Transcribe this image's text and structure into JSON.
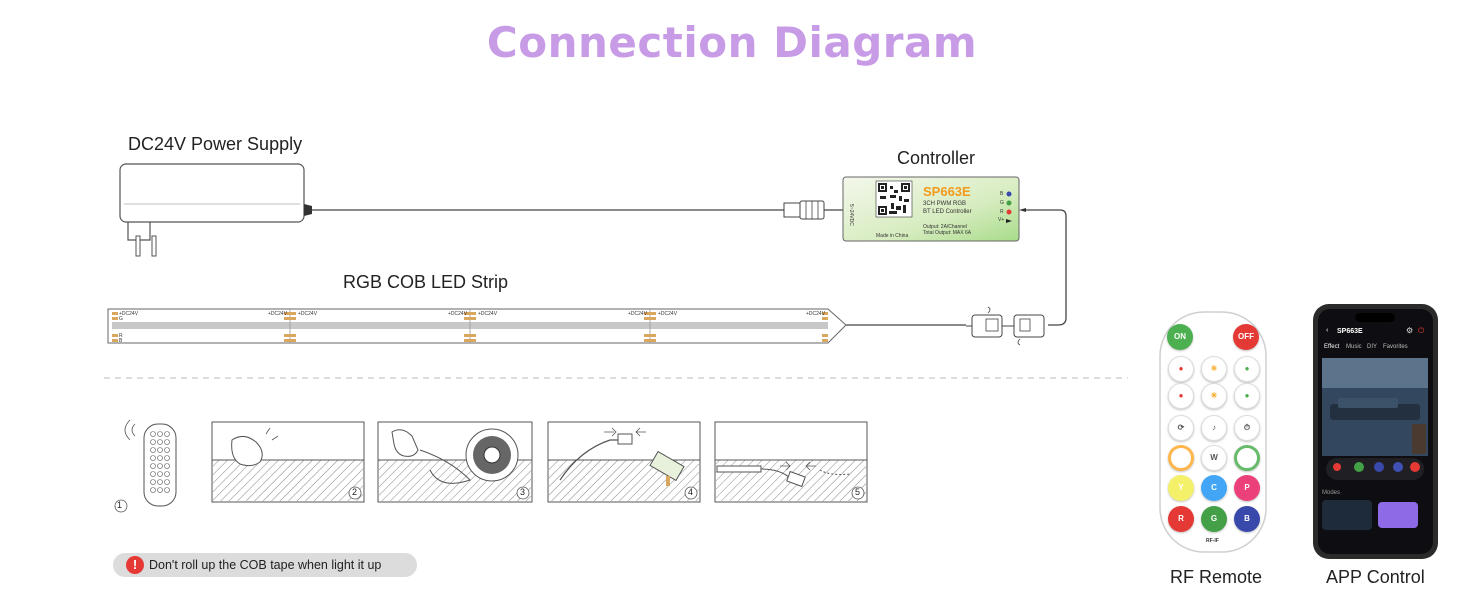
{
  "title": "Connection Diagram",
  "labels": {
    "power_supply": "DC24V Power Supply",
    "controller": "Controller",
    "led_strip": "RGB COB LED Strip",
    "rf_remote": "RF Remote",
    "app_control": "APP Control"
  },
  "controller_box": {
    "model": "SP663E",
    "desc_line1": "3CH PWM RGB",
    "desc_line2": "BT LED Controller",
    "input": "5~24VDC",
    "output1": "Output: 2A/Channel",
    "output2": "Total Output: MAX 6A",
    "made": "Made in China",
    "pins": [
      "B",
      "G",
      "R",
      "V+"
    ]
  },
  "strip_marks": {
    "plus": "+DC24V",
    "g": "G",
    "r": "R",
    "b": "B"
  },
  "steps": [
    "1",
    "2",
    "3",
    "4",
    "5"
  ],
  "warning": {
    "icon": "!",
    "text": "Don't roll up the COB tape when light it up"
  },
  "remote": {
    "on": "ON",
    "off": "OFF",
    "w": "W",
    "y": "Y",
    "c": "C",
    "p": "P",
    "r": "R",
    "g": "G",
    "b": "B",
    "brand": "RF-IF"
  },
  "phone": {
    "app_title": "SP663E",
    "tabs": [
      "Effect",
      "Music",
      "DIY",
      "Favorites"
    ],
    "modes": "Modes",
    "swatch_colors": [
      "#e53935",
      "#43a047",
      "#3949ab",
      "#3f51b5",
      "#e53935"
    ]
  },
  "colors": {
    "title": "#c79be6",
    "warning_icon": "#e53935",
    "controller_label": "#f29b1c"
  }
}
